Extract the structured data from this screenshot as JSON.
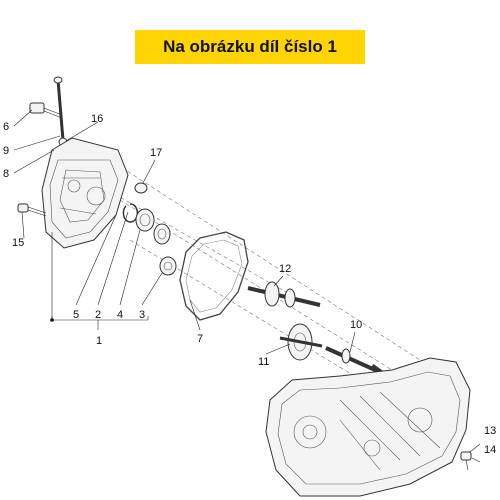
{
  "banner": {
    "text": "Na obrázku díl číslo 1"
  },
  "callouts": {
    "c1": "1",
    "c2": "2",
    "c3": "3",
    "c4": "4",
    "c5": "5",
    "c6": "6",
    "c7": "7",
    "c8": "8",
    "c9": "9",
    "c10": "10",
    "c11": "11",
    "c12": "12",
    "c13": "13",
    "c14": "14",
    "c15": "15",
    "c16": "16",
    "c17": "17"
  },
  "colors": {
    "banner_bg": "#ffd400",
    "line": "#333333"
  }
}
